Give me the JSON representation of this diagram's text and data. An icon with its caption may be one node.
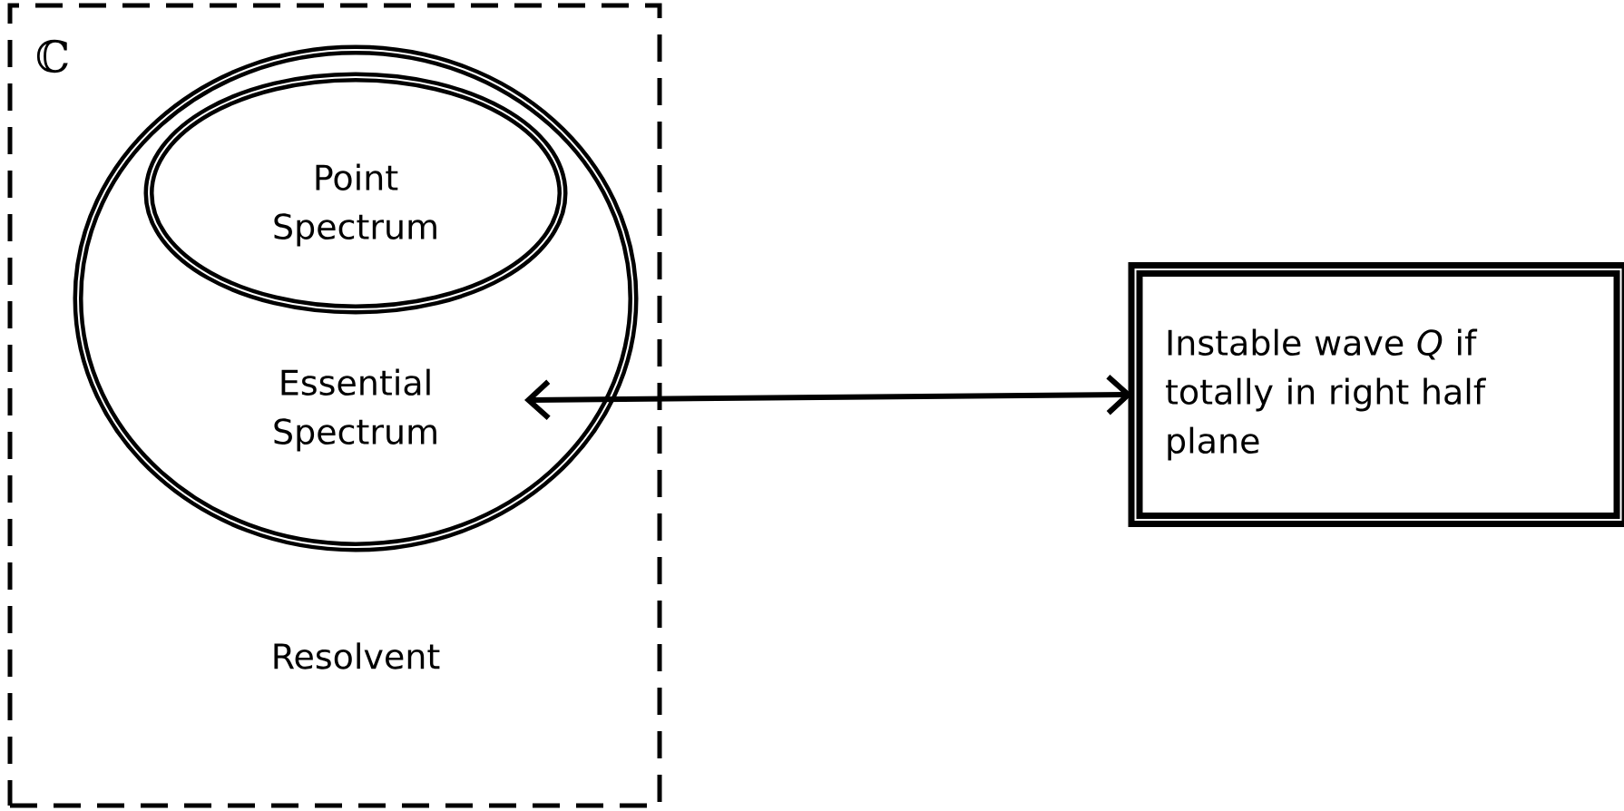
{
  "diagram": {
    "nodes": [
      {
        "text": [
          "ℂ",
          "Resolvent"
        ]
      },
      {
        "text": [
          "Essential Spectrum"
        ],
        "in": 0
      },
      {
        "text": [
          "Point Spectrum"
        ],
        "in": 1
      },
      {
        "text": [
          "Instable wave *Q* if totally in right half plane"
        ]
      }
    ],
    "edges": [
      {
        "from": 1,
        "to": 3,
        "arrow": "both"
      }
    ]
  }
}
